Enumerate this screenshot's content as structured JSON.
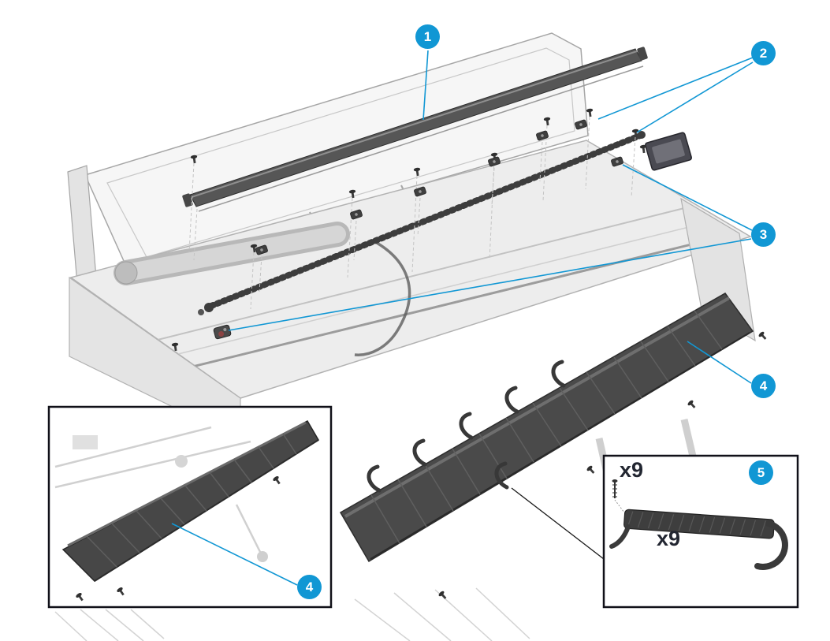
{
  "figure": {
    "colors": {
      "accent": "#1197d4",
      "ink": "#222631",
      "inset_border": "#101018"
    },
    "callouts": [
      {
        "id": "window-seal-beam",
        "label": "1"
      },
      {
        "id": "mount-screws",
        "label": "2"
      },
      {
        "id": "clip-parts",
        "label": "3"
      },
      {
        "id": "print-zone-cover-main",
        "label": "4"
      },
      {
        "id": "print-zone-cover-inset",
        "label": "4"
      },
      {
        "id": "media-guides-inset",
        "label": "5"
      }
    ],
    "quantities": {
      "screws": "x9",
      "guides": "x9"
    }
  }
}
